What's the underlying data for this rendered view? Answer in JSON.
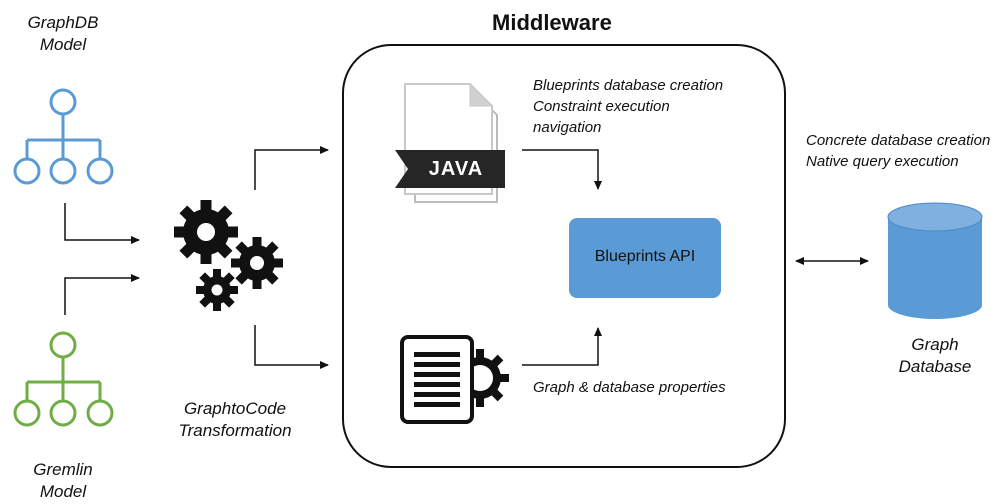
{
  "middleware": {
    "title": "Middleware"
  },
  "graphdb_model": {
    "line1": "GraphDB",
    "line2": "Model"
  },
  "gremlin_model": {
    "line1": "Gremlin",
    "line2": "Model"
  },
  "transformation": {
    "line1": "GraphtoCode",
    "line2": "Transformation"
  },
  "java_file": {
    "badge": "JAVA"
  },
  "blueprints_notes": {
    "line1": "Blueprints database creation",
    "line2": "Constraint execution",
    "line3": "navigation"
  },
  "blueprints_api": {
    "label": "Blueprints API"
  },
  "properties_note": {
    "label": "Graph & database properties"
  },
  "database_notes": {
    "line1": "Concrete database creation",
    "line2": "Native query execution"
  },
  "graph_database": {
    "line1": "Graph",
    "line2": "Database"
  },
  "colors": {
    "graphdb": "#5b9bd5",
    "gremlin": "#70ad47",
    "api_fill": "#5b9bd5",
    "db_fill": "#5b9bd5"
  },
  "icons": [
    "tree-hierarchy-icon",
    "gears-icon",
    "java-file-icon",
    "document-gear-icon",
    "database-cylinder-icon"
  ]
}
